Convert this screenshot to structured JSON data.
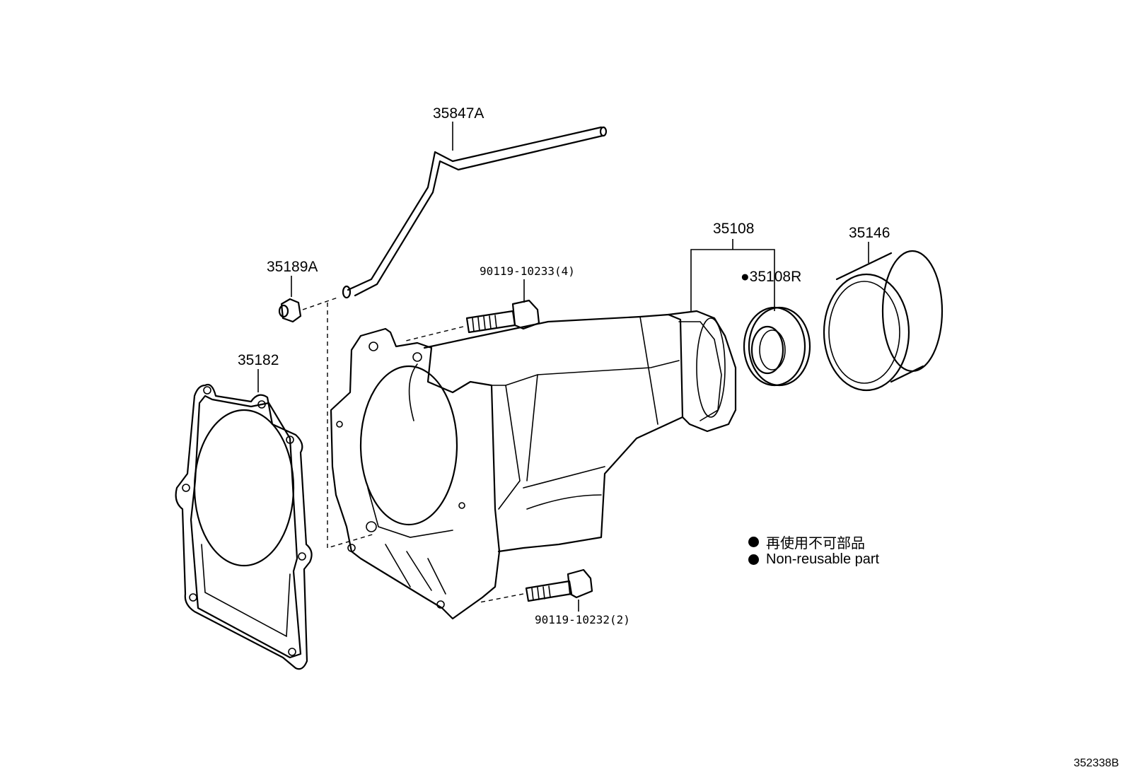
{
  "labels": {
    "p35847A": "35847A",
    "p35189A": "35189A",
    "p35182": "35182",
    "p35108": "35108",
    "p35108R": "●35108R",
    "p35146": "35146",
    "bolt_top": "90119-10233(4)",
    "bolt_bottom": "90119-10232(2)"
  },
  "legend": {
    "jp": "再使用不可部品",
    "en": "Non-reusable part"
  },
  "diagram_code": "352338B"
}
